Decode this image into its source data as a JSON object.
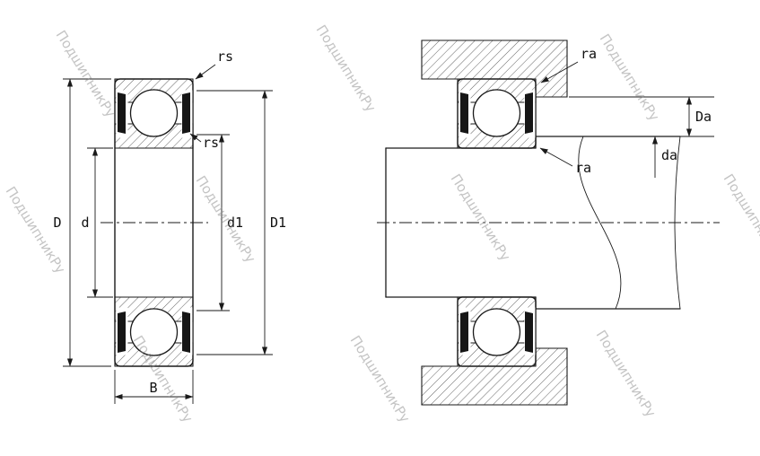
{
  "title": "ball-bearing-dimension-drawing",
  "watermark": {
    "text": "ПодшипникРу"
  },
  "labels": {
    "rs_top": "rs",
    "rs_inner": "rs",
    "outer_diameter": "D",
    "bore_diameter": "d",
    "d1": "d1",
    "D1": "D1",
    "width": "B",
    "ra_top": "ra",
    "ra_inner": "ra",
    "Da": "Da",
    "da": "da"
  },
  "colors": {
    "line": "#1a1a1a",
    "hatch": "#3c3c3c",
    "seal": "#161616",
    "watermark": "#8a8a8a",
    "background": "#ffffff"
  }
}
